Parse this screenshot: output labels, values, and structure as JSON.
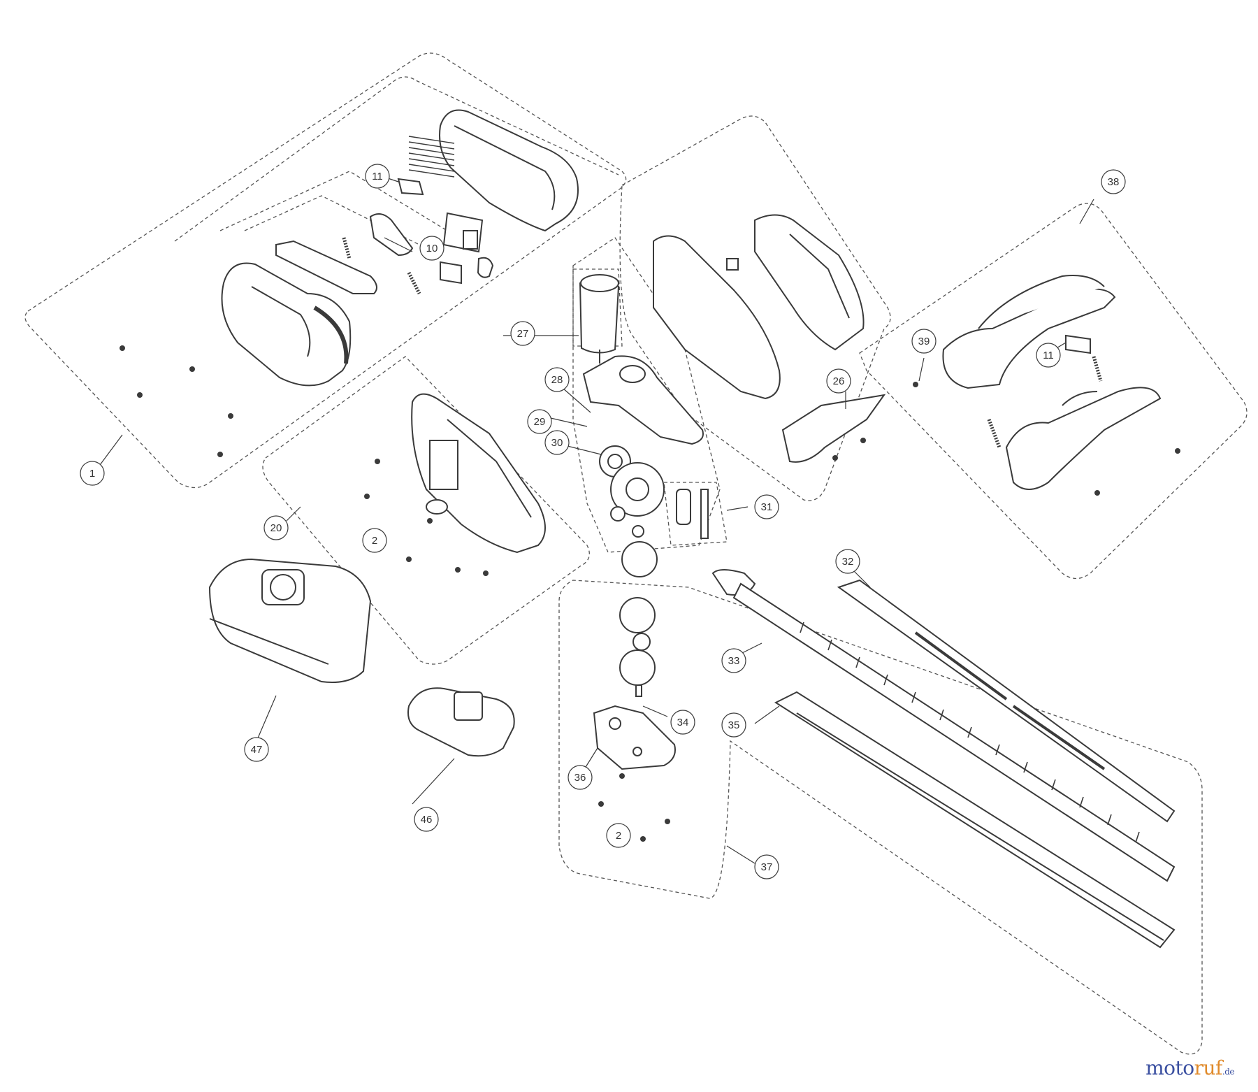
{
  "diagram": {
    "type": "exploded-parts-view",
    "line_color": "#3a3a3a",
    "group_outline_color": "#555555",
    "callouts": [
      {
        "id": "c-1",
        "label": "1"
      },
      {
        "id": "c-2a",
        "label": "2"
      },
      {
        "id": "c-2b",
        "label": "2"
      },
      {
        "id": "c-10",
        "label": "10"
      },
      {
        "id": "c-11a",
        "label": "11"
      },
      {
        "id": "c-11b",
        "label": "11"
      },
      {
        "id": "c-20",
        "label": "20"
      },
      {
        "id": "c-26",
        "label": "26"
      },
      {
        "id": "c-27",
        "label": "27"
      },
      {
        "id": "c-28",
        "label": "28"
      },
      {
        "id": "c-29",
        "label": "29"
      },
      {
        "id": "c-30",
        "label": "30"
      },
      {
        "id": "c-31",
        "label": "31"
      },
      {
        "id": "c-32",
        "label": "32"
      },
      {
        "id": "c-33",
        "label": "33"
      },
      {
        "id": "c-34",
        "label": "34"
      },
      {
        "id": "c-35",
        "label": "35"
      },
      {
        "id": "c-36",
        "label": "36"
      },
      {
        "id": "c-37",
        "label": "37"
      },
      {
        "id": "c-38",
        "label": "38"
      },
      {
        "id": "c-39",
        "label": "39"
      },
      {
        "id": "c-46",
        "label": "46"
      },
      {
        "id": "c-47",
        "label": "47"
      }
    ]
  },
  "watermark": {
    "part_a": "moto",
    "part_b": "ruf",
    "tld": ".de"
  }
}
